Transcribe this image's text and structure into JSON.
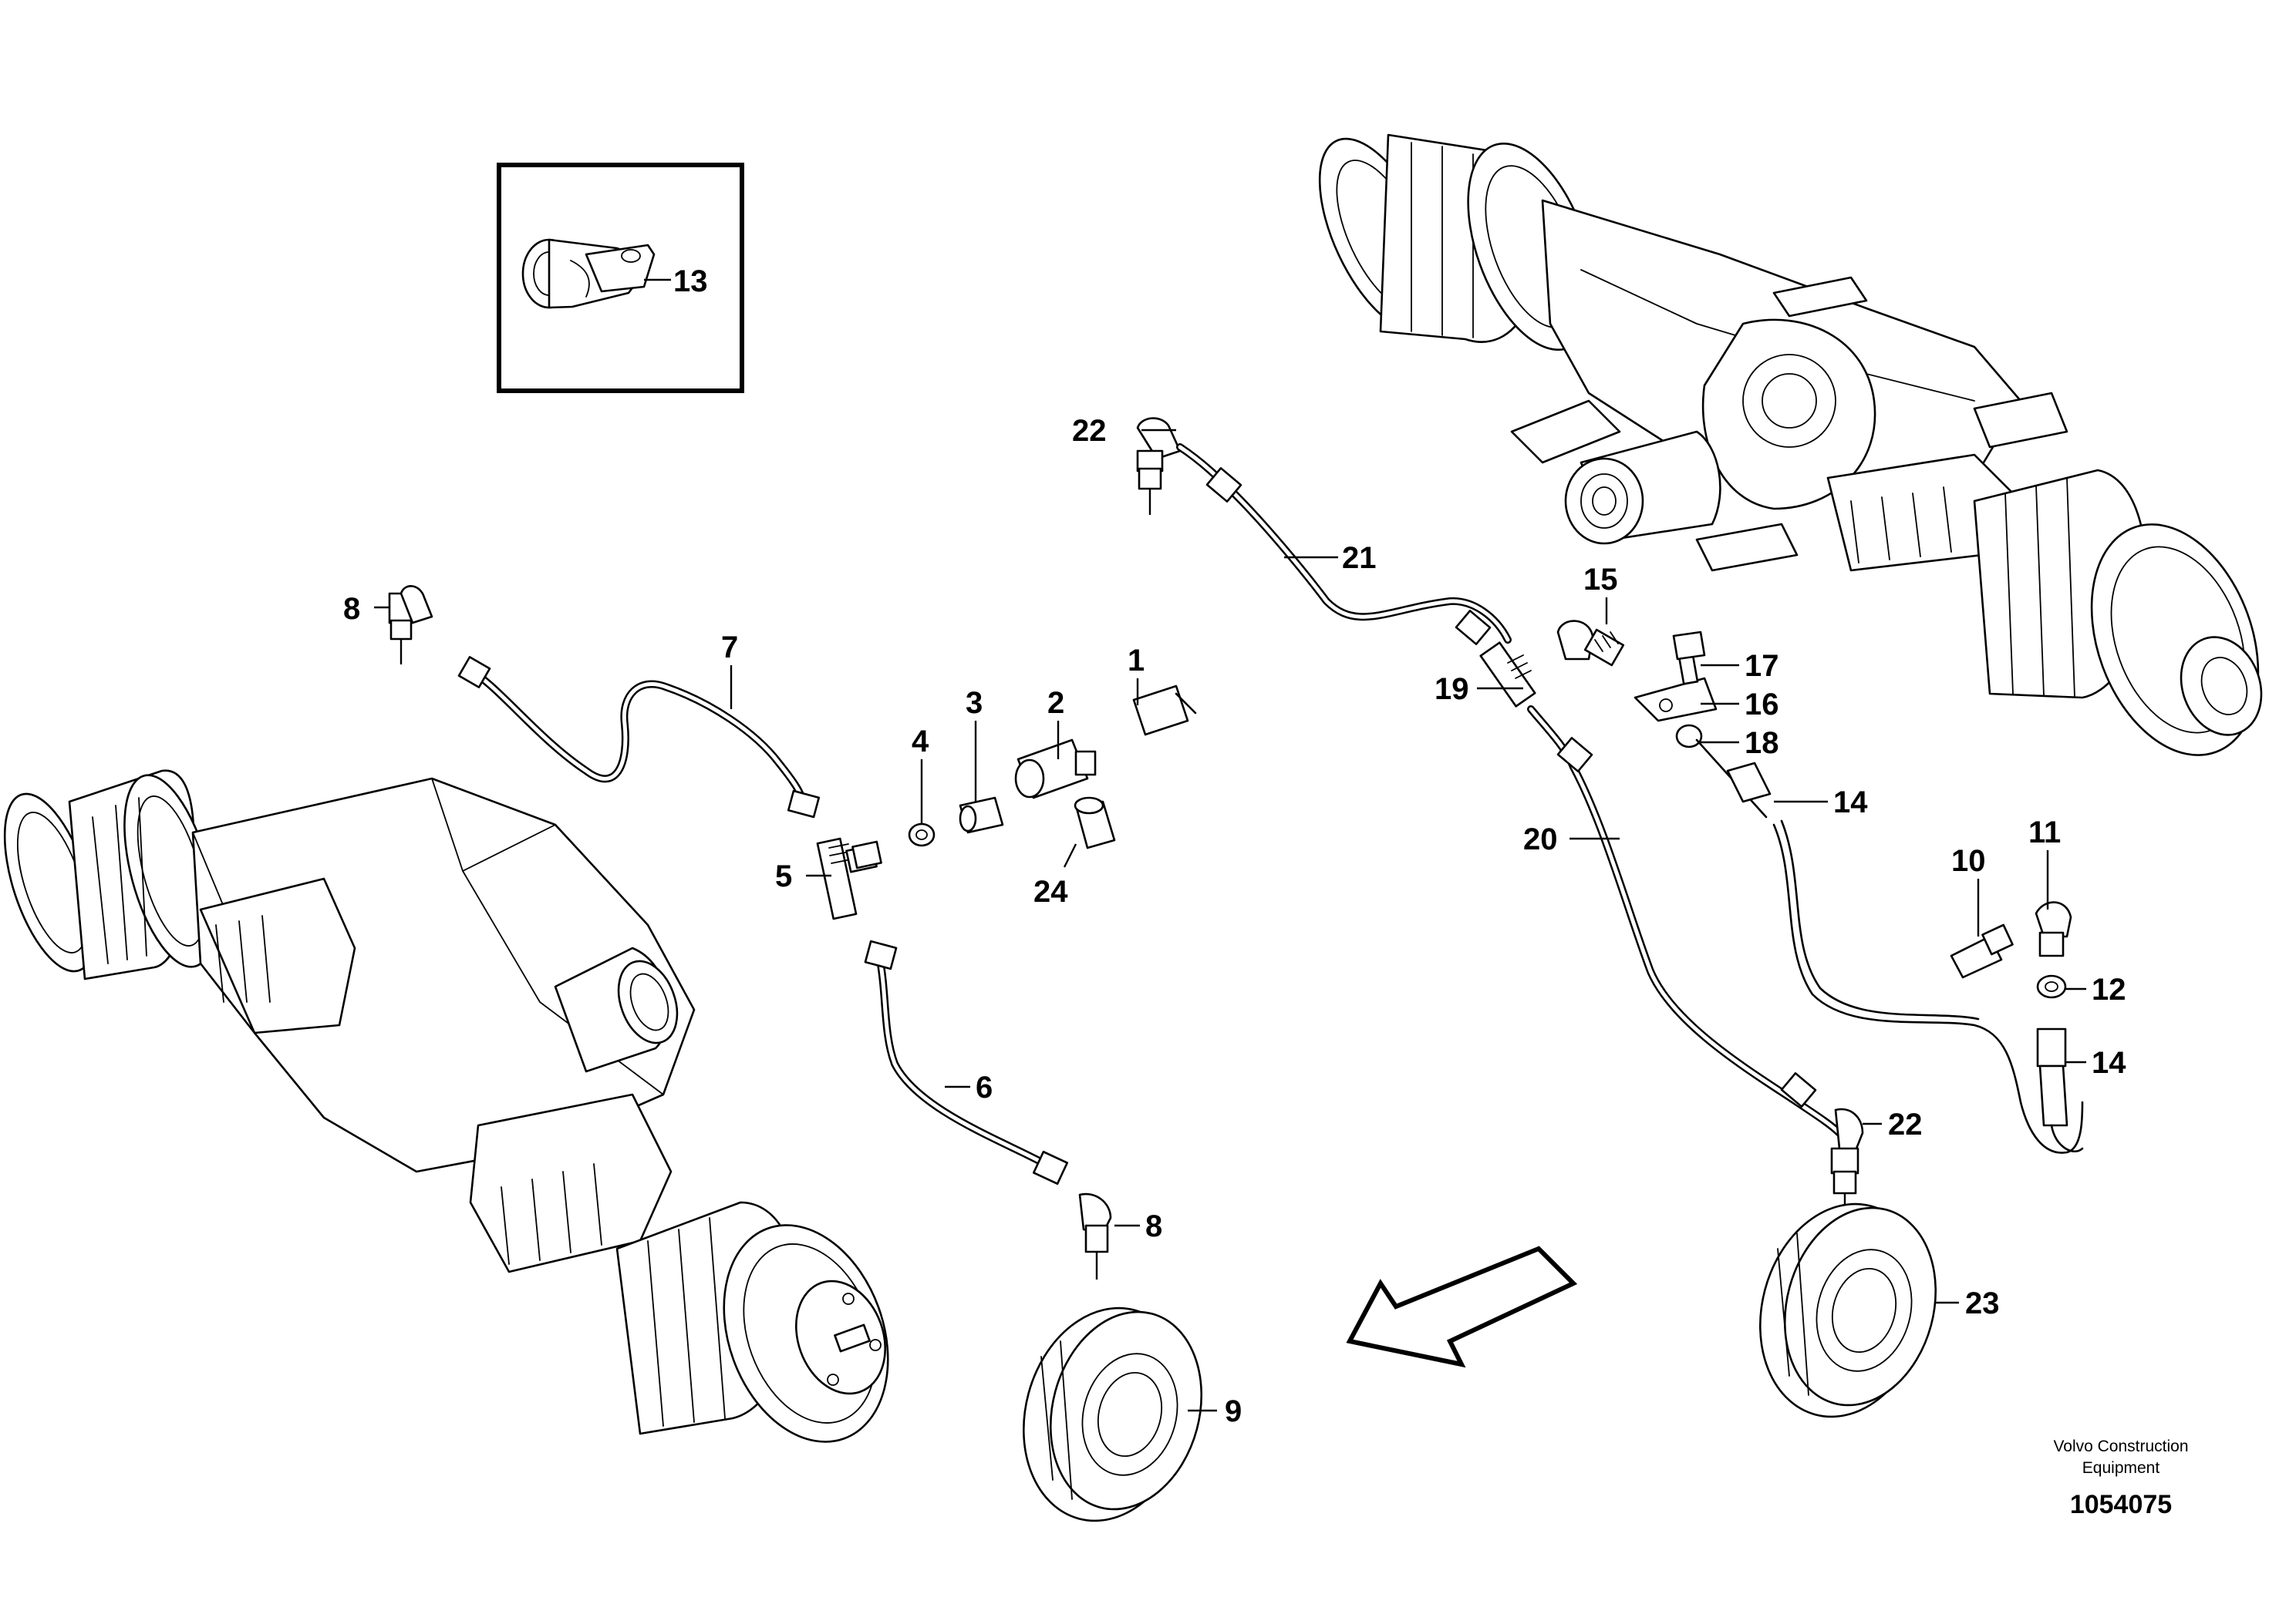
{
  "diagram": {
    "callouts": [
      {
        "id": "13",
        "label": "13"
      },
      {
        "id": "22a",
        "label": "22"
      },
      {
        "id": "21",
        "label": "21"
      },
      {
        "id": "15",
        "label": "15"
      },
      {
        "id": "17",
        "label": "17"
      },
      {
        "id": "19",
        "label": "19"
      },
      {
        "id": "16",
        "label": "16"
      },
      {
        "id": "18",
        "label": "18"
      },
      {
        "id": "14a",
        "label": "14"
      },
      {
        "id": "8a",
        "label": "8"
      },
      {
        "id": "7",
        "label": "7"
      },
      {
        "id": "1",
        "label": "1"
      },
      {
        "id": "3",
        "label": "3"
      },
      {
        "id": "2",
        "label": "2"
      },
      {
        "id": "4",
        "label": "4"
      },
      {
        "id": "5",
        "label": "5"
      },
      {
        "id": "24",
        "label": "24"
      },
      {
        "id": "6",
        "label": "6"
      },
      {
        "id": "8b",
        "label": "8"
      },
      {
        "id": "9",
        "label": "9"
      },
      {
        "id": "20",
        "label": "20"
      },
      {
        "id": "11",
        "label": "11"
      },
      {
        "id": "10",
        "label": "10"
      },
      {
        "id": "12",
        "label": "12"
      },
      {
        "id": "14b",
        "label": "14"
      },
      {
        "id": "22b",
        "label": "22"
      },
      {
        "id": "23",
        "label": "23"
      }
    ]
  },
  "footer": {
    "manufacturer_line1": "Volvo Construction",
    "manufacturer_line2": "Equipment",
    "drawing_number": "1054075"
  }
}
